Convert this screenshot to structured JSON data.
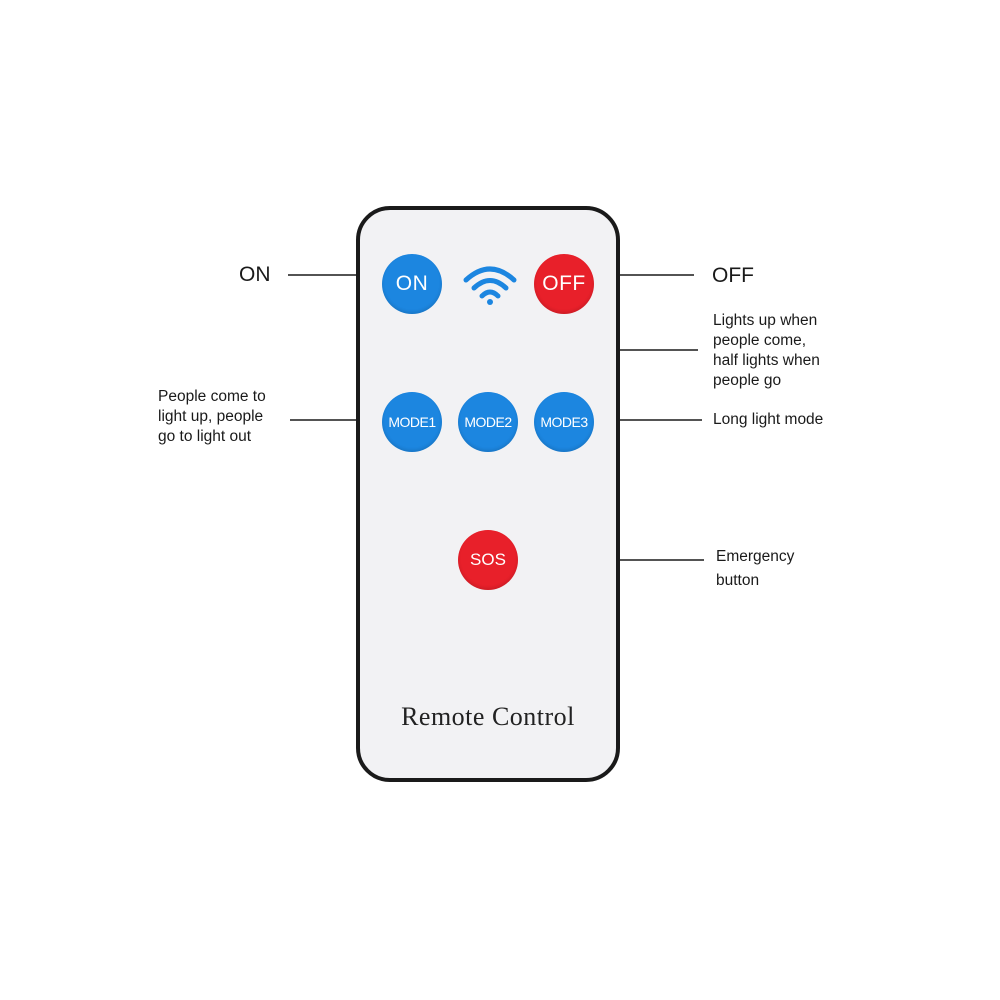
{
  "remote": {
    "buttons": {
      "on": "ON",
      "off": "OFF",
      "mode1": "MODE1",
      "mode2": "MODE2",
      "mode3": "MODE3",
      "sos": "SOS"
    },
    "label": "Remote Control",
    "signal_icon": "wifi-icon"
  },
  "annotations": {
    "on": "ON",
    "off": "OFF",
    "mode1": "People come to\nlight up, people\ngo to light out",
    "mode2": "Lights up when\npeople come,\nhalf lights when\npeople go",
    "mode3": "Long light mode",
    "sos": "Emergency\nbutton"
  },
  "colors": {
    "blue_button": "#1c86e0",
    "red_button": "#e8202a",
    "remote_body": "#f2f2f4",
    "remote_border": "#1a1a1a"
  }
}
